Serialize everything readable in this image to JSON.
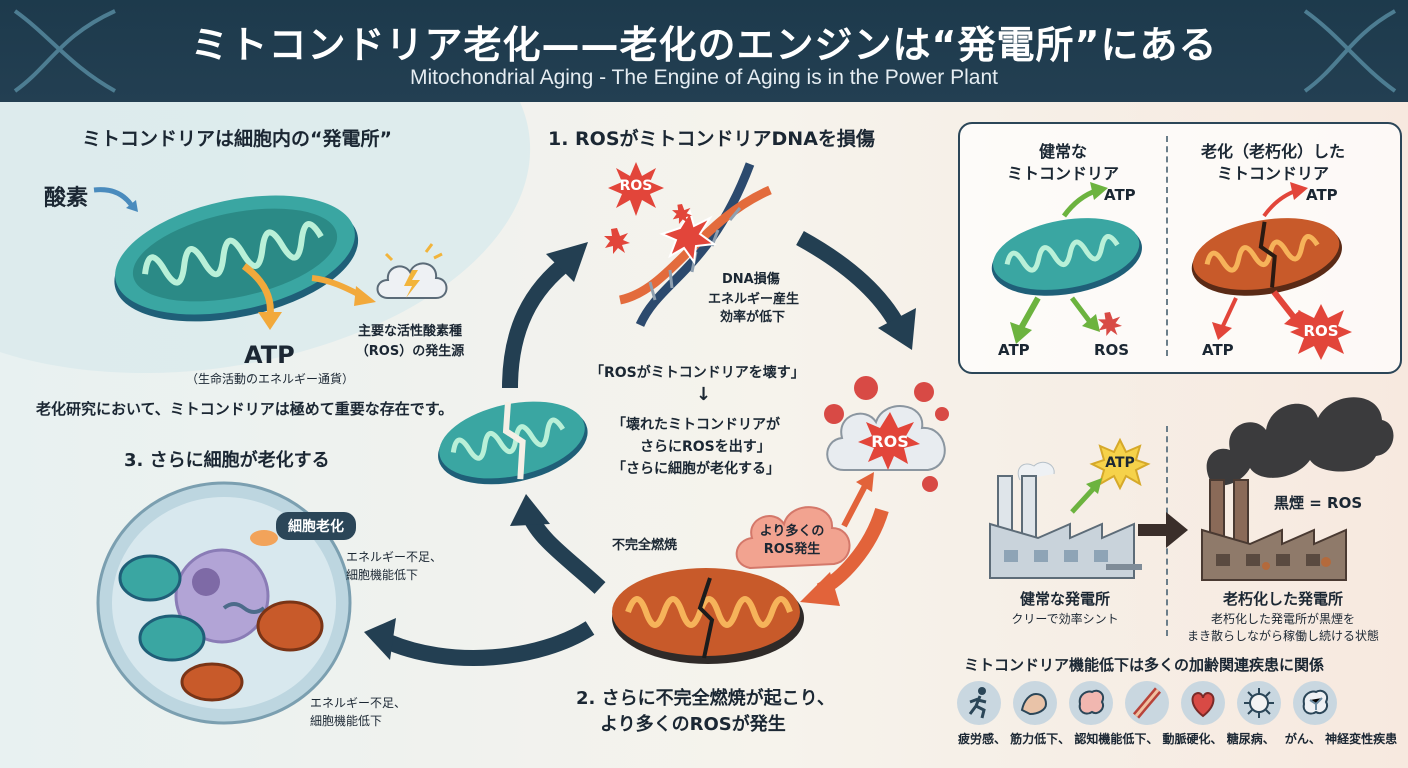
{
  "header": {
    "title": "ミトコンドリア老化——老化のエンジンは“発電所”にある",
    "subtitle": "Mitochondrial Aging - The Engine of Aging is in the Power Plant"
  },
  "intro": {
    "heading": "ミトコンドリアは細胞内の“発電所”",
    "oxygen": "酸素",
    "atp": "ATP",
    "atp_note": "（生命活動のエネルギー通貨）",
    "ros_source_1": "主要な活性酸素種",
    "ros_source_2": "（ROS）の発生源",
    "importance": "老化研究において、ミトコンドリアは極めて重要な存在です。"
  },
  "cycle": {
    "step1_title": "1. ROSがミトコンドリアDNAを損傷",
    "ros": "ROS",
    "dna_damage_1": "DNA損傷",
    "dna_damage_2": "エネルギー産生",
    "dna_damage_3": "効率が低下",
    "center_1": "「ROSがミトコンドリアを壊す」",
    "center_arrow": "↓",
    "center_2": "「壊れたミトコンドリアが",
    "center_3": "さらにROSを出す」",
    "center_4": "「さらに細胞が老化する」",
    "incomplete": "不完全燃焼",
    "more_ros_1": "より多くの",
    "more_ros_2": "ROS発生",
    "step2_title_1": "2. さらに不完全燃焼が起こり、",
    "step2_title_2": "より多くのROSが発生",
    "step3_title": "3. さらに細胞が老化する",
    "senescence": "細胞老化",
    "energy_short_a": "エネルギー不足、",
    "func_down_a": "細胞機能低下",
    "energy_short_b": "エネルギー不足、",
    "func_down_b": "細胞機能低下"
  },
  "compare": {
    "healthy_1": "健常な",
    "healthy_2": "ミトコンドリア",
    "aged_1": "老化（老朽化）した",
    "aged_2": "ミトコンドリア",
    "atp": "ATP",
    "ros": "ROS"
  },
  "plant": {
    "atp": "ATP",
    "smoke": "黒煙 = ROS",
    "healthy_title": "健常な発電所",
    "healthy_desc": "クリーで効率シント",
    "aged_title": "老朽化した発電所",
    "aged_desc_1": "老朽化した発電所が黒煙を",
    "aged_desc_2": "まき散らしながら稼働し続ける状態"
  },
  "diseases": {
    "heading": "ミトコンドリア機能低下は多くの加齢関連疾患に関係",
    "icons": [
      "running-person",
      "muscle",
      "brain",
      "artery",
      "heart",
      "virus",
      "neuron-brain"
    ],
    "list": "疲労感、 筋力低下、 認知機能低下、 動脈硬化、 糖尿病、　 がん、 神経変性疾患"
  },
  "colors": {
    "header": "#1d3a4c",
    "teal": "#2f8f8f",
    "ros_red": "#e2453a",
    "aged_orange": "#c85a2a",
    "arrow_dark": "#233f52",
    "arrow_orange": "#e2633a"
  }
}
